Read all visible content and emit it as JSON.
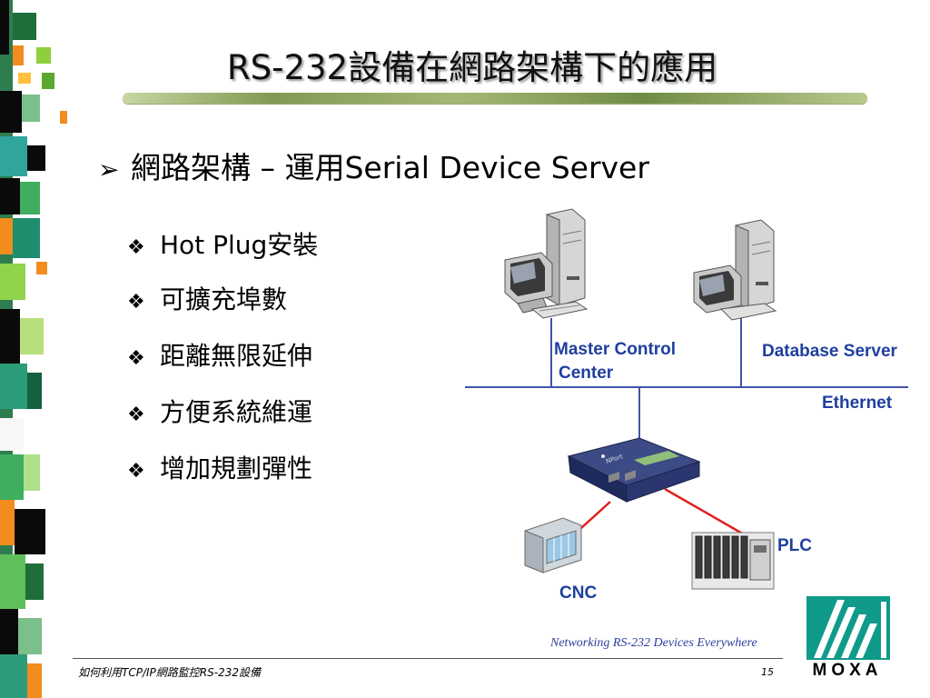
{
  "slide": {
    "title": "RS-232設備在網路架構下的應用",
    "main_bullet": {
      "marker": "➢",
      "text": "網路架構 – 運用Serial Device Server"
    },
    "sub_bullets": [
      {
        "marker": "❖",
        "text": "Hot Plug安裝"
      },
      {
        "marker": "❖",
        "text": "可擴充埠數"
      },
      {
        "marker": "❖",
        "text": "距離無限延伸"
      },
      {
        "marker": "❖",
        "text": "方便系統維運"
      },
      {
        "marker": "❖",
        "text": "增加規劃彈性"
      }
    ]
  },
  "diagram": {
    "master_control_line1": "Master Control",
    "master_control_line2": "Center",
    "database_server": "Database Server",
    "ethernet": "Ethernet",
    "plc": "PLC",
    "cnc": "CNC",
    "colors": {
      "label": "#1f3f9f",
      "network_line": "#4452a8",
      "serial_cable": "#e0201e"
    }
  },
  "footer": {
    "left_text": "如何利用TCP/IP網路監控RS-232設備",
    "page_number": "15",
    "tagline": "Networking RS-232 Devices Everywhere",
    "brand": "MOXA",
    "brand_color": "#0f9a8a"
  }
}
